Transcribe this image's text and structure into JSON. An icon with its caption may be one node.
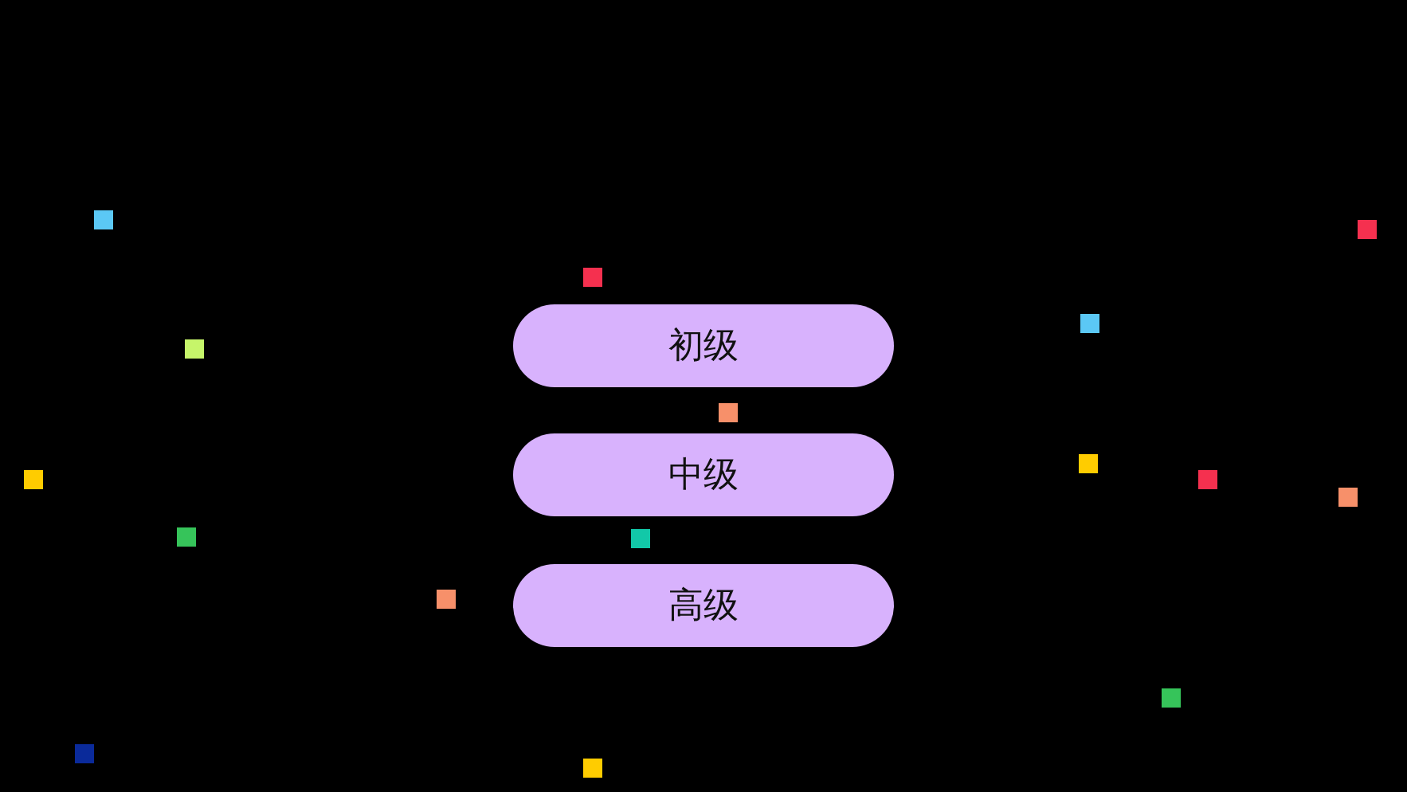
{
  "diagram": {
    "nodes": [
      {
        "text": [
          "初级"
        ]
      },
      {
        "text": [
          "中级"
        ]
      },
      {
        "text": [
          "高级"
        ]
      }
    ]
  }
}
